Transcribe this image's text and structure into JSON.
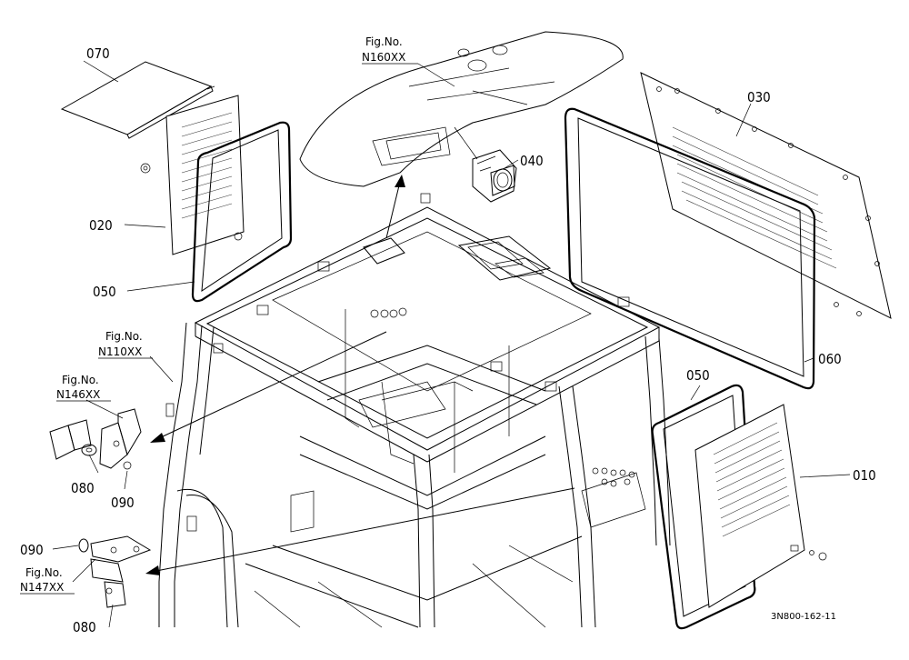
{
  "parts": {
    "p010": "010",
    "p020": "020",
    "p030": "030",
    "p040": "040",
    "p050a": "050",
    "p050b": "050",
    "p060": "060",
    "p070": "070",
    "p080a": "080",
    "p080b": "080",
    "p090a": "090",
    "p090b": "090"
  },
  "refs": {
    "r160_a": "Fig.No.",
    "r160_b": "N160XX",
    "r110_a": "Fig.No.",
    "r110_b": "N110XX",
    "r146_a": "Fig.No.",
    "r146_b": "N146XX",
    "r147_a": "Fig.No.",
    "r147_b": "N147XX"
  },
  "drawing_code": "3N800-162-11"
}
